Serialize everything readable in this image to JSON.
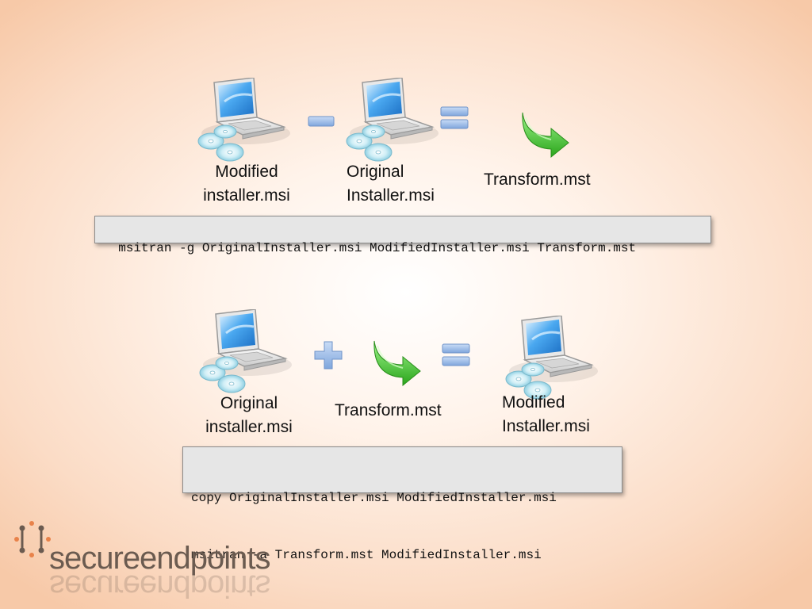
{
  "diagram": {
    "top": {
      "left_label": "Modified\ninstaller.msi",
      "middle_label": "Original\nInstaller.msi",
      "right_label": "Transform.mst",
      "command": "msitran -g OriginalInstaller.msi ModifiedInstaller.msi Transform.mst"
    },
    "bottom": {
      "left_label": "Original\ninstaller.msi",
      "middle_label": "Transform.mst",
      "right_label": "Modified\nInstaller.msi",
      "command_line1": "copy OriginalInstaller.msi ModifiedInstaller.msi",
      "command_line2": "msitran -a Transform.mst ModifiedInstaller.msi"
    }
  },
  "logo": {
    "text": "secureendpoints"
  },
  "colors": {
    "operator_blue": "#8fb3e3",
    "arrow_green": "#3fcf2a",
    "screen_blue": "#4aa8f0",
    "logo_brown": "#6b5b50"
  }
}
